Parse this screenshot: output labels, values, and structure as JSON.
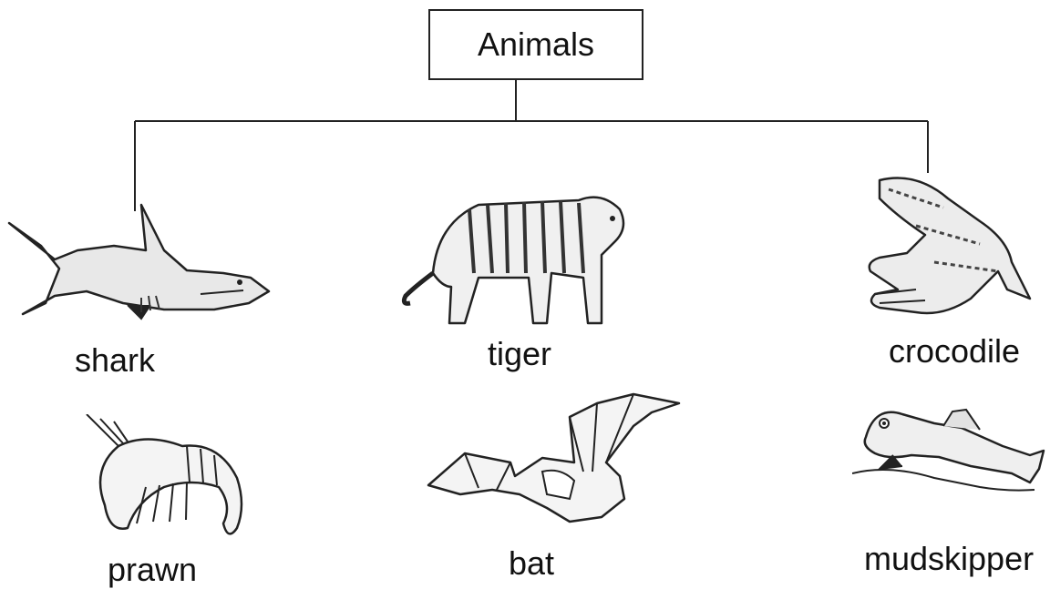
{
  "diagram": {
    "root": {
      "label": "Animals"
    },
    "animals": [
      {
        "label": "shark",
        "icon": "shark-icon"
      },
      {
        "label": "tiger",
        "icon": "tiger-icon"
      },
      {
        "label": "crocodile",
        "icon": "crocodile-icon"
      },
      {
        "label": "prawn",
        "icon": "prawn-icon"
      },
      {
        "label": "bat",
        "icon": "bat-icon"
      },
      {
        "label": "mudskipper",
        "icon": "mudskipper-icon"
      }
    ]
  }
}
